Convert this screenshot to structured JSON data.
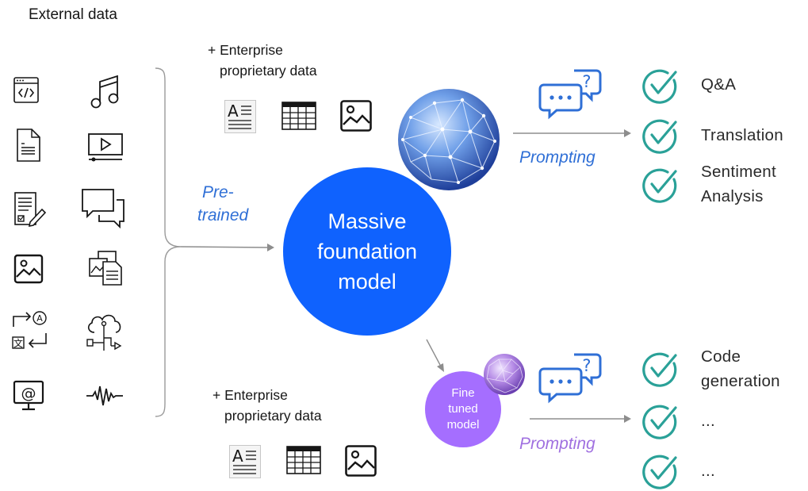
{
  "header": {
    "external_data_label": "External data"
  },
  "enterprise_top": {
    "line1": "+ Enterprise",
    "line2": "proprietary data"
  },
  "enterprise_bottom": {
    "line1": "+ Enterprise",
    "line2": "proprietary data"
  },
  "pretrained": {
    "line1": "Pre-",
    "line2": "trained"
  },
  "foundation_model": {
    "line1": "Massive",
    "line2": "foundation",
    "line3": "model"
  },
  "fine_tuned_model": {
    "line1": "Fine",
    "line2": "tuned",
    "line3": "model"
  },
  "prompting_top": "Prompting",
  "prompting_bottom": "Prompting",
  "tasks_top": [
    {
      "line1": "Q&A",
      "line2": ""
    },
    {
      "line1": "Translation",
      "line2": ""
    },
    {
      "line1": "Sentiment",
      "line2": "Analysis"
    }
  ],
  "tasks_bottom": [
    {
      "line1": "Code",
      "line2": "generation"
    },
    {
      "line1": "...",
      "line2": ""
    },
    {
      "line1": "...",
      "line2": ""
    }
  ],
  "source_icons": [
    "code-icon",
    "music-note-icon",
    "document-icon",
    "video-player-icon",
    "form-edit-icon",
    "chat-bubbles-icon",
    "image-icon",
    "image-document-icon",
    "translate-icon",
    "cloud-network-icon",
    "email-monitor-icon",
    "audio-waveform-icon"
  ],
  "enterprise_icons": [
    "text-document-icon",
    "table-icon",
    "image-icon"
  ],
  "colors": {
    "foundation_blue": "#0f62fe",
    "fine_tuned_purple": "#a56eff",
    "check_teal": "#2aa198",
    "prompt_blue": "#2f6fd6",
    "prompt_purple": "#a070e0",
    "arrow_gray": "#8d8d8d"
  }
}
